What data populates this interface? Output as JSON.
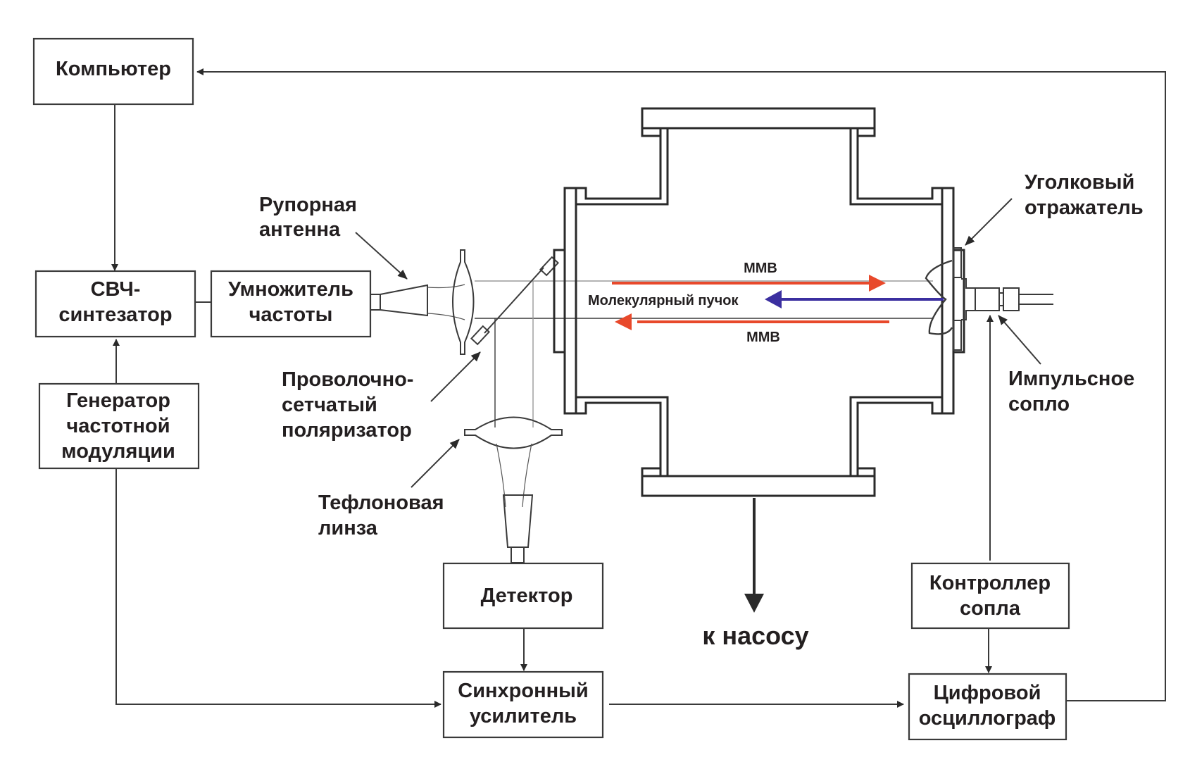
{
  "title": "Схема спектрометра с молекулярным пучком",
  "blocks": {
    "computer": [
      "Компьютер"
    ],
    "synth": [
      "СВЧ-",
      "синтезатор"
    ],
    "multiplier": [
      "Умножитель",
      "частоты"
    ],
    "fm_gen": [
      "Генератор",
      "частотной",
      "модуляции"
    ],
    "detector": [
      "Детектор"
    ],
    "lockin": [
      "Синхронный",
      "усилитель"
    ],
    "nozzle_ctrl": [
      "Контроллер",
      "сопла"
    ],
    "oscilloscope": [
      "Цифровой",
      "осциллограф"
    ]
  },
  "labels": {
    "horn": [
      "Рупорная",
      "антенна"
    ],
    "polarizer": [
      "Проволочно-",
      "сетчатый",
      "поляризатор"
    ],
    "teflon_lens": [
      "Тефлоновая",
      "линза"
    ],
    "corner_reflector": [
      "Уголковый",
      "отражатель"
    ],
    "pulsed_nozzle": [
      "Импульсное",
      "сопло"
    ],
    "pump": "к насосу",
    "mmw_top": "ММВ",
    "mmw_bottom": "ММВ",
    "mol_beam": "Молекулярный пучок"
  },
  "colors": {
    "mmw_arrow": "#e8492b",
    "beam_arrow": "#3b2fa0",
    "line": "#3a3a3a"
  }
}
